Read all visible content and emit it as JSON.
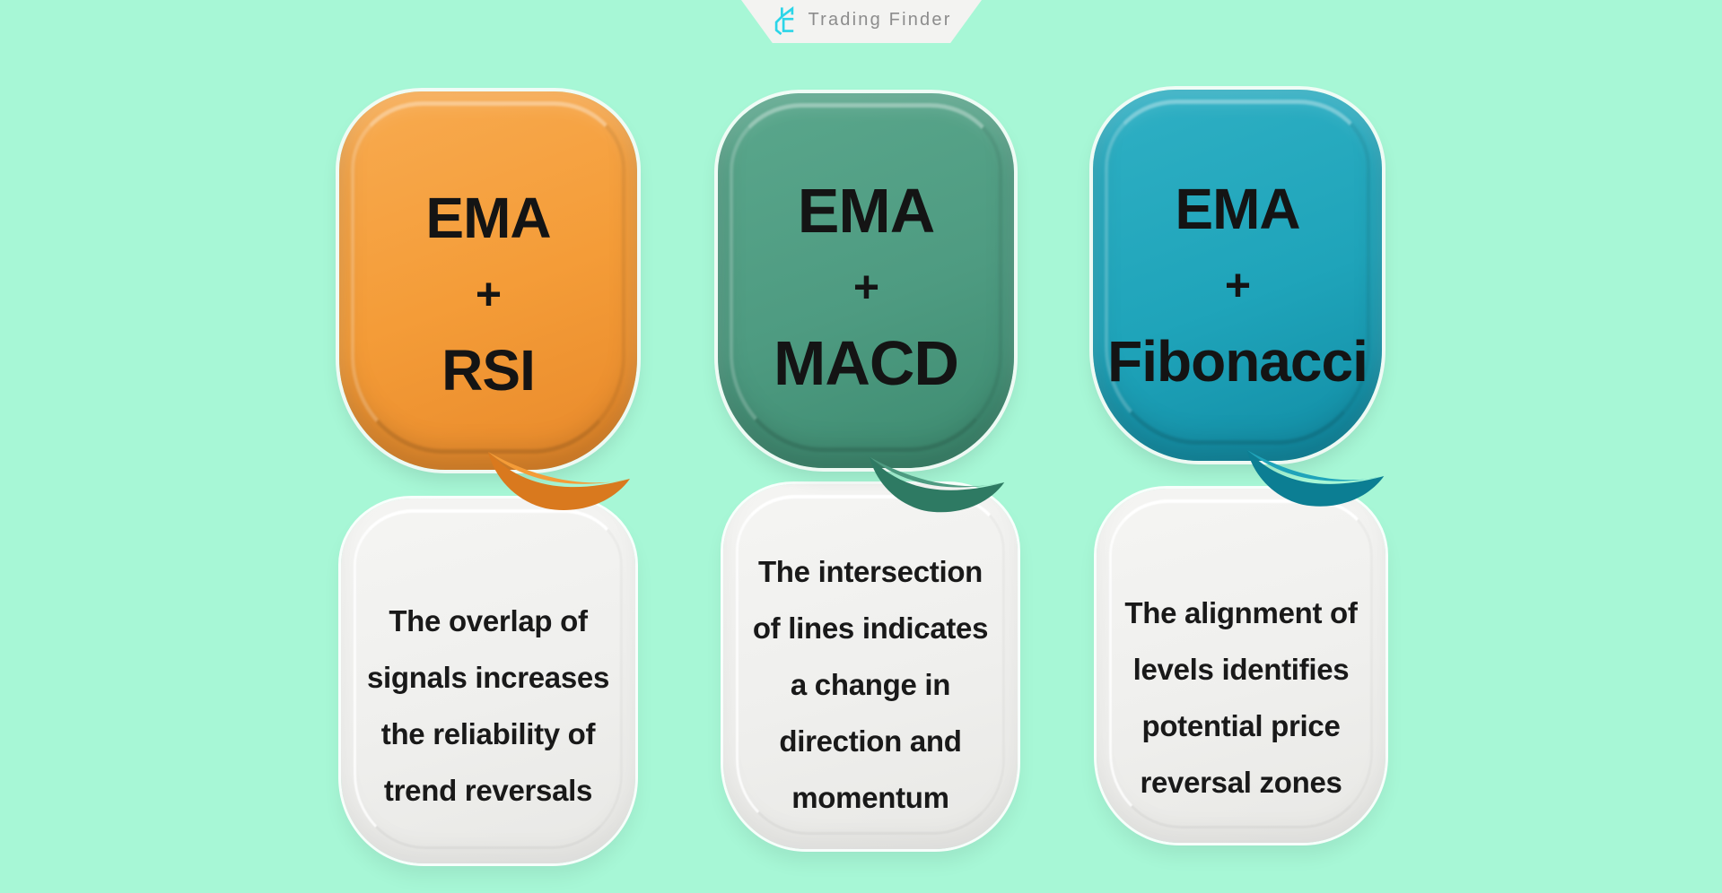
{
  "brand": {
    "name": "Trading Finder",
    "logo_icon": "trading-finder-logo",
    "logo_color": "#2BD5E8",
    "text_color": "#8C8C8C",
    "banner_color": "#F3F3F1"
  },
  "background_color": "#A7F7D6",
  "text_color": "#141414",
  "description_card_color": "#EFEFED",
  "cards": [
    {
      "id": "ema-rsi",
      "accent_color": "#F49C38",
      "accent_dark": "#D9791E",
      "title_lines": [
        "EMA",
        "+",
        "RSI"
      ],
      "body_lines": [
        "The overlap of",
        "signals increases",
        "the reliability of",
        "trend reversals"
      ]
    },
    {
      "id": "ema-macd",
      "accent_color": "#4E9B81",
      "accent_dark": "#2E7A63",
      "title_lines": [
        "EMA",
        "+",
        "MACD"
      ],
      "body_lines": [
        "The intersection",
        "of lines indicates",
        "a change in",
        "direction and",
        "momentum"
      ]
    },
    {
      "id": "ema-fibonacci",
      "accent_color": "#1FA4BA",
      "accent_dark": "#0C7E93",
      "title_lines": [
        "EMA",
        "+",
        "Fibonacci"
      ],
      "body_lines": [
        "The alignment of",
        "levels identifies",
        "potential price",
        "reversal zones"
      ]
    }
  ]
}
